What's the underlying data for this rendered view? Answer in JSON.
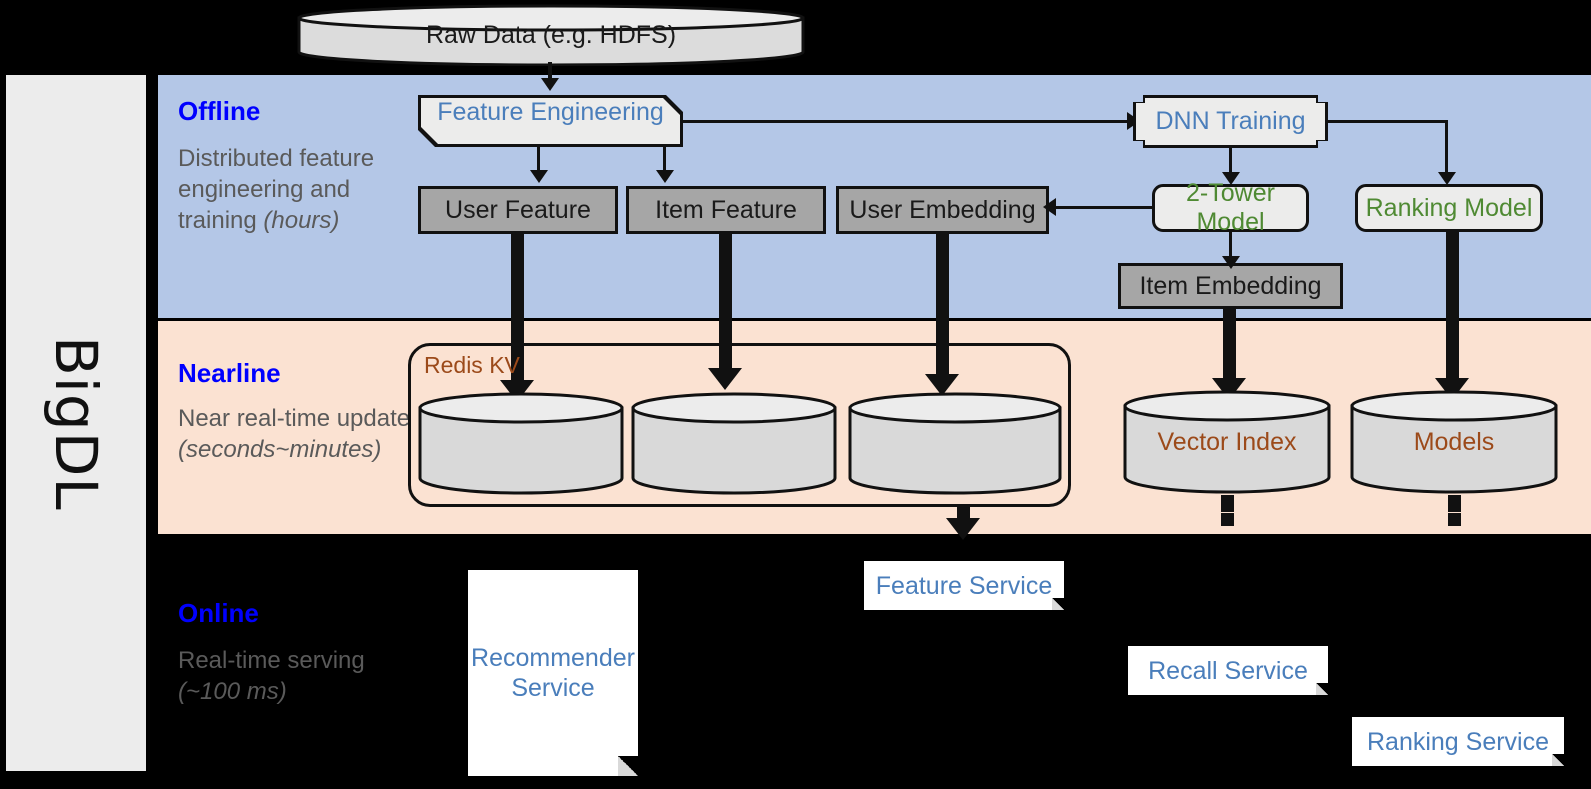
{
  "framework": {
    "name": "BigDL"
  },
  "stages": [
    {
      "id": "offline",
      "title": "Offline",
      "desc_line1": "Distributed feature engineering and ",
      "desc_em": "(hours)"
    },
    {
      "id": "nearline",
      "title": "Nearline",
      "desc_line1": "Near real-time update ",
      "desc_em": "(seconds~minutes)"
    },
    {
      "id": "online",
      "title": "Online",
      "desc_line1": "Real-time serving ",
      "desc_em": "(~100 ms)"
    }
  ],
  "stage_text": {
    "offline_desc": "Distributed feature engineering and training ",
    "offline_em": "(hours)",
    "nearline_desc": "Near real-time update ",
    "nearline_em": "(seconds~minutes)",
    "online_desc": "Real-time serving ",
    "online_em": "(~100 ms)"
  },
  "nodes": {
    "raw_data": "Raw Data (e.g. HDFS)",
    "feature_engineering": "Feature Engineering",
    "dnn_training": "DNN Training",
    "user_feature": "User Feature",
    "item_feature": "Item Feature",
    "user_embedding": "User Embedding",
    "two_tower_model": "2-Tower Model",
    "ranking_model": "Ranking Model",
    "item_embedding": "Item Embedding",
    "redis_kv": "Redis KV",
    "vector_index": "Vector Index",
    "models": "Models",
    "recommender_service": "Recommender Service",
    "feature_service": "Feature Service",
    "recall_service": "Recall Service",
    "ranking_service": "Ranking Service"
  },
  "colors": {
    "offline_band": "#b4c7e7",
    "nearline_band": "#fbe2d2",
    "online_band": "#000000",
    "stage_title": "#0000ff",
    "stage_desc": "#5a5a5a",
    "blue_text": "#4a7ebb",
    "green_text": "#4f8a33",
    "brown_text": "#9c4a1a",
    "gray_box": "#a6a6a6",
    "light_box": "#ececeb",
    "panel": "#ececec"
  }
}
